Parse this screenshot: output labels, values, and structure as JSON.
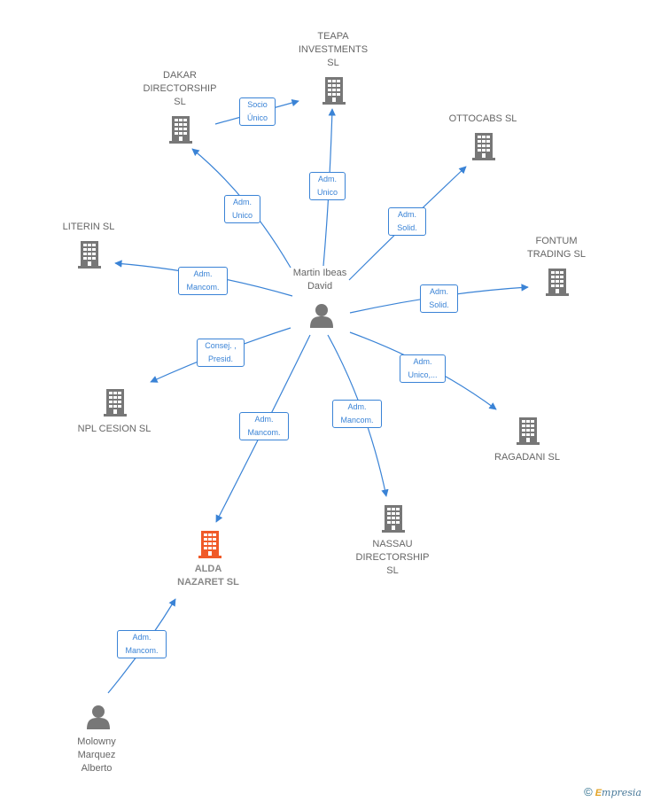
{
  "center_person": {
    "name": "Martin Ibeas\nDavid"
  },
  "companies": [
    {
      "id": "teapa",
      "name": "TEAPA\nINVESTMENTS\nSL"
    },
    {
      "id": "dakar",
      "name": "DAKAR\nDIRECTORSHIP\nSL"
    },
    {
      "id": "ottocabs",
      "name": "OTTOCABS  SL"
    },
    {
      "id": "literin",
      "name": "LITERIN  SL"
    },
    {
      "id": "fontum",
      "name": "FONTUM\nTRADING  SL"
    },
    {
      "id": "npl",
      "name": "NPL CESION  SL"
    },
    {
      "id": "ragadani",
      "name": "RAGADANI  SL"
    },
    {
      "id": "nassau",
      "name": "NASSAU\nDIRECTORSHIP\nSL"
    },
    {
      "id": "alda",
      "name": "ALDA\nNAZARET  SL",
      "highlight": true
    }
  ],
  "other_person": {
    "name": "Molowny\nMarquez\nAlberto"
  },
  "relations": [
    {
      "label": "Socio\nÚnico"
    },
    {
      "label": "Adm.\nUnico"
    },
    {
      "label": "Adm.\nUnico"
    },
    {
      "label": "Adm.\nSolid."
    },
    {
      "label": "Adm.\nMancom."
    },
    {
      "label": "Adm.\nSolid."
    },
    {
      "label": "Consej. ,\nPresid."
    },
    {
      "label": "Adm.\nUnico,..."
    },
    {
      "label": "Adm.\nMancom."
    },
    {
      "label": "Adm.\nMancom."
    },
    {
      "label": "Adm.\nMancom."
    }
  ],
  "colors": {
    "edge": "#3a83d6",
    "building": "#777777",
    "building_highlight": "#f05a28",
    "person": "#777777"
  },
  "footer": {
    "copyright": "©",
    "brand_initial": "E",
    "brand_rest": "mpresia"
  }
}
